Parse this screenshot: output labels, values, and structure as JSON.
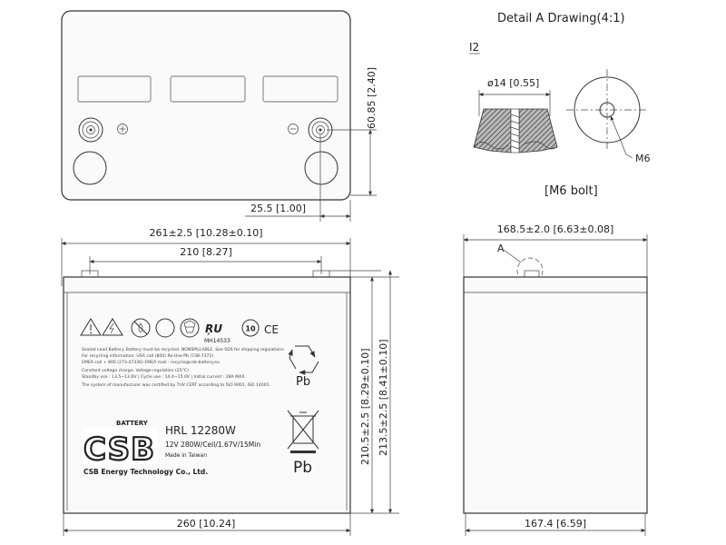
{
  "detail": {
    "title": "Detail A Drawing(4:1)",
    "terminal_code": "I2",
    "hole_dim": "ø14 [0.55]",
    "bolt_label": "M6",
    "bolt_caption": "[M6 bolt]"
  },
  "top_view": {
    "height_dim": "60.85 [2.40]",
    "offset_dim": "25.5 [1.00]"
  },
  "front_view": {
    "overall_width": "261±2.5 [10.28±0.10]",
    "terminal_spacing": "210 [8.27]",
    "base_width": "260 [10.24]",
    "height_case": "210.5±2.5 [8.29±0.10]",
    "height_total": "213.5±2.5 [8.41±0.10]"
  },
  "side_view": {
    "overall_depth": "168.5±2.0 [6.63±0.08]",
    "base_depth": "167.4 [6.59]",
    "detail_callout": "A"
  },
  "label": {
    "cert_mark": "MH14533",
    "recycle_pb": "Pb",
    "bin_pb": "Pb",
    "ce_mark": "CE",
    "fine_print": [
      "Sealed Lead Battery. Battery must be recycled. NONSPILLABLE. See SDS for shipping regulations.",
      "For recycling information: USA call (800) Re-Use-Pb (738-7372)",
      "EMEA call + 800 (273-47336) EMEA mail : recycle@csb-battery.eu",
      "Constant voltage charge. Voltage regulation (25°C)",
      "Standby use : 13.5~13.8V  |  Cycle use : 14.4~15.0V  |  Initial current : 28A MAX.",
      "The system of manufacturer was certified by TUV CERT according to ISO 9001, ISO 14001."
    ],
    "brand_small": "BATTERY",
    "brand_logo": "CSB",
    "model": "HRL 12280W",
    "rating": "12V 280W/Cell/1.67V/15Min",
    "origin": "Made in Taiwan",
    "company": "CSB Energy Technology Co., Ltd."
  }
}
